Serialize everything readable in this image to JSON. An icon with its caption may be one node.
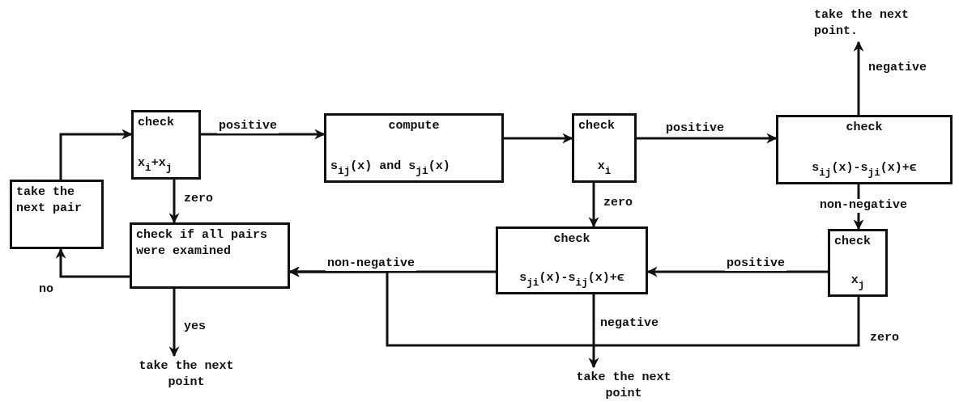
{
  "diagram": {
    "nodes": [
      {
        "text": [
          "take the next pair"
        ]
      },
      {
        "text": [
          "check",
          "x$_{i}$+x$_{j}$"
        ]
      },
      {
        "text": [
          "compute",
          "s$_{ij}$(x) and s$_{ji}$(x)"
        ]
      },
      {
        "text": [
          "check",
          "x$_{i}$"
        ]
      },
      {
        "text": [
          "check",
          "s$_{ij}$(x)-s$_{ji}$(x)+ϵ"
        ]
      },
      {
        "text": [
          "take the next point."
        ]
      },
      {
        "text": [
          "check if all pairs were examined"
        ]
      },
      {
        "text": [
          "check",
          "s$_{ji}$(x)-s$_{ij}$(x)+ϵ"
        ]
      },
      {
        "text": [
          "check",
          "x$_{j}$"
        ]
      },
      {
        "text": [
          "take the next point"
        ]
      },
      {
        "text": [
          "take the next point"
        ]
      }
    ],
    "edges": [
      {
        "from": 0,
        "to": 1,
        "arrow": "to"
      },
      {
        "from": 1,
        "to": 2,
        "arrow": "to",
        "label": "positive"
      },
      {
        "from": 1,
        "to": 6,
        "arrow": "to",
        "label": "zero"
      },
      {
        "from": 2,
        "to": 3,
        "arrow": "to"
      },
      {
        "from": 3,
        "to": 4,
        "arrow": "to",
        "label": "positive"
      },
      {
        "from": 3,
        "to": 7,
        "arrow": "to",
        "label": "zero"
      },
      {
        "from": 4,
        "to": 5,
        "arrow": "to",
        "label": "negative"
      },
      {
        "from": 4,
        "to": 8,
        "arrow": "to",
        "label": "non-negative"
      },
      {
        "from": 8,
        "to": 7,
        "arrow": "to",
        "label": "positive"
      },
      {
        "from": 7,
        "to": 6,
        "arrow": "to",
        "label": "non-negative"
      },
      {
        "from": 7,
        "to": 10,
        "arrow": "to",
        "label": "negative"
      },
      {
        "from": 8,
        "to": 6,
        "arrow": "to",
        "label": "zero"
      },
      {
        "from": 6,
        "to": 0,
        "arrow": "to",
        "label": "no"
      },
      {
        "from": 6,
        "to": 9,
        "arrow": "to",
        "label": "yes"
      }
    ]
  }
}
